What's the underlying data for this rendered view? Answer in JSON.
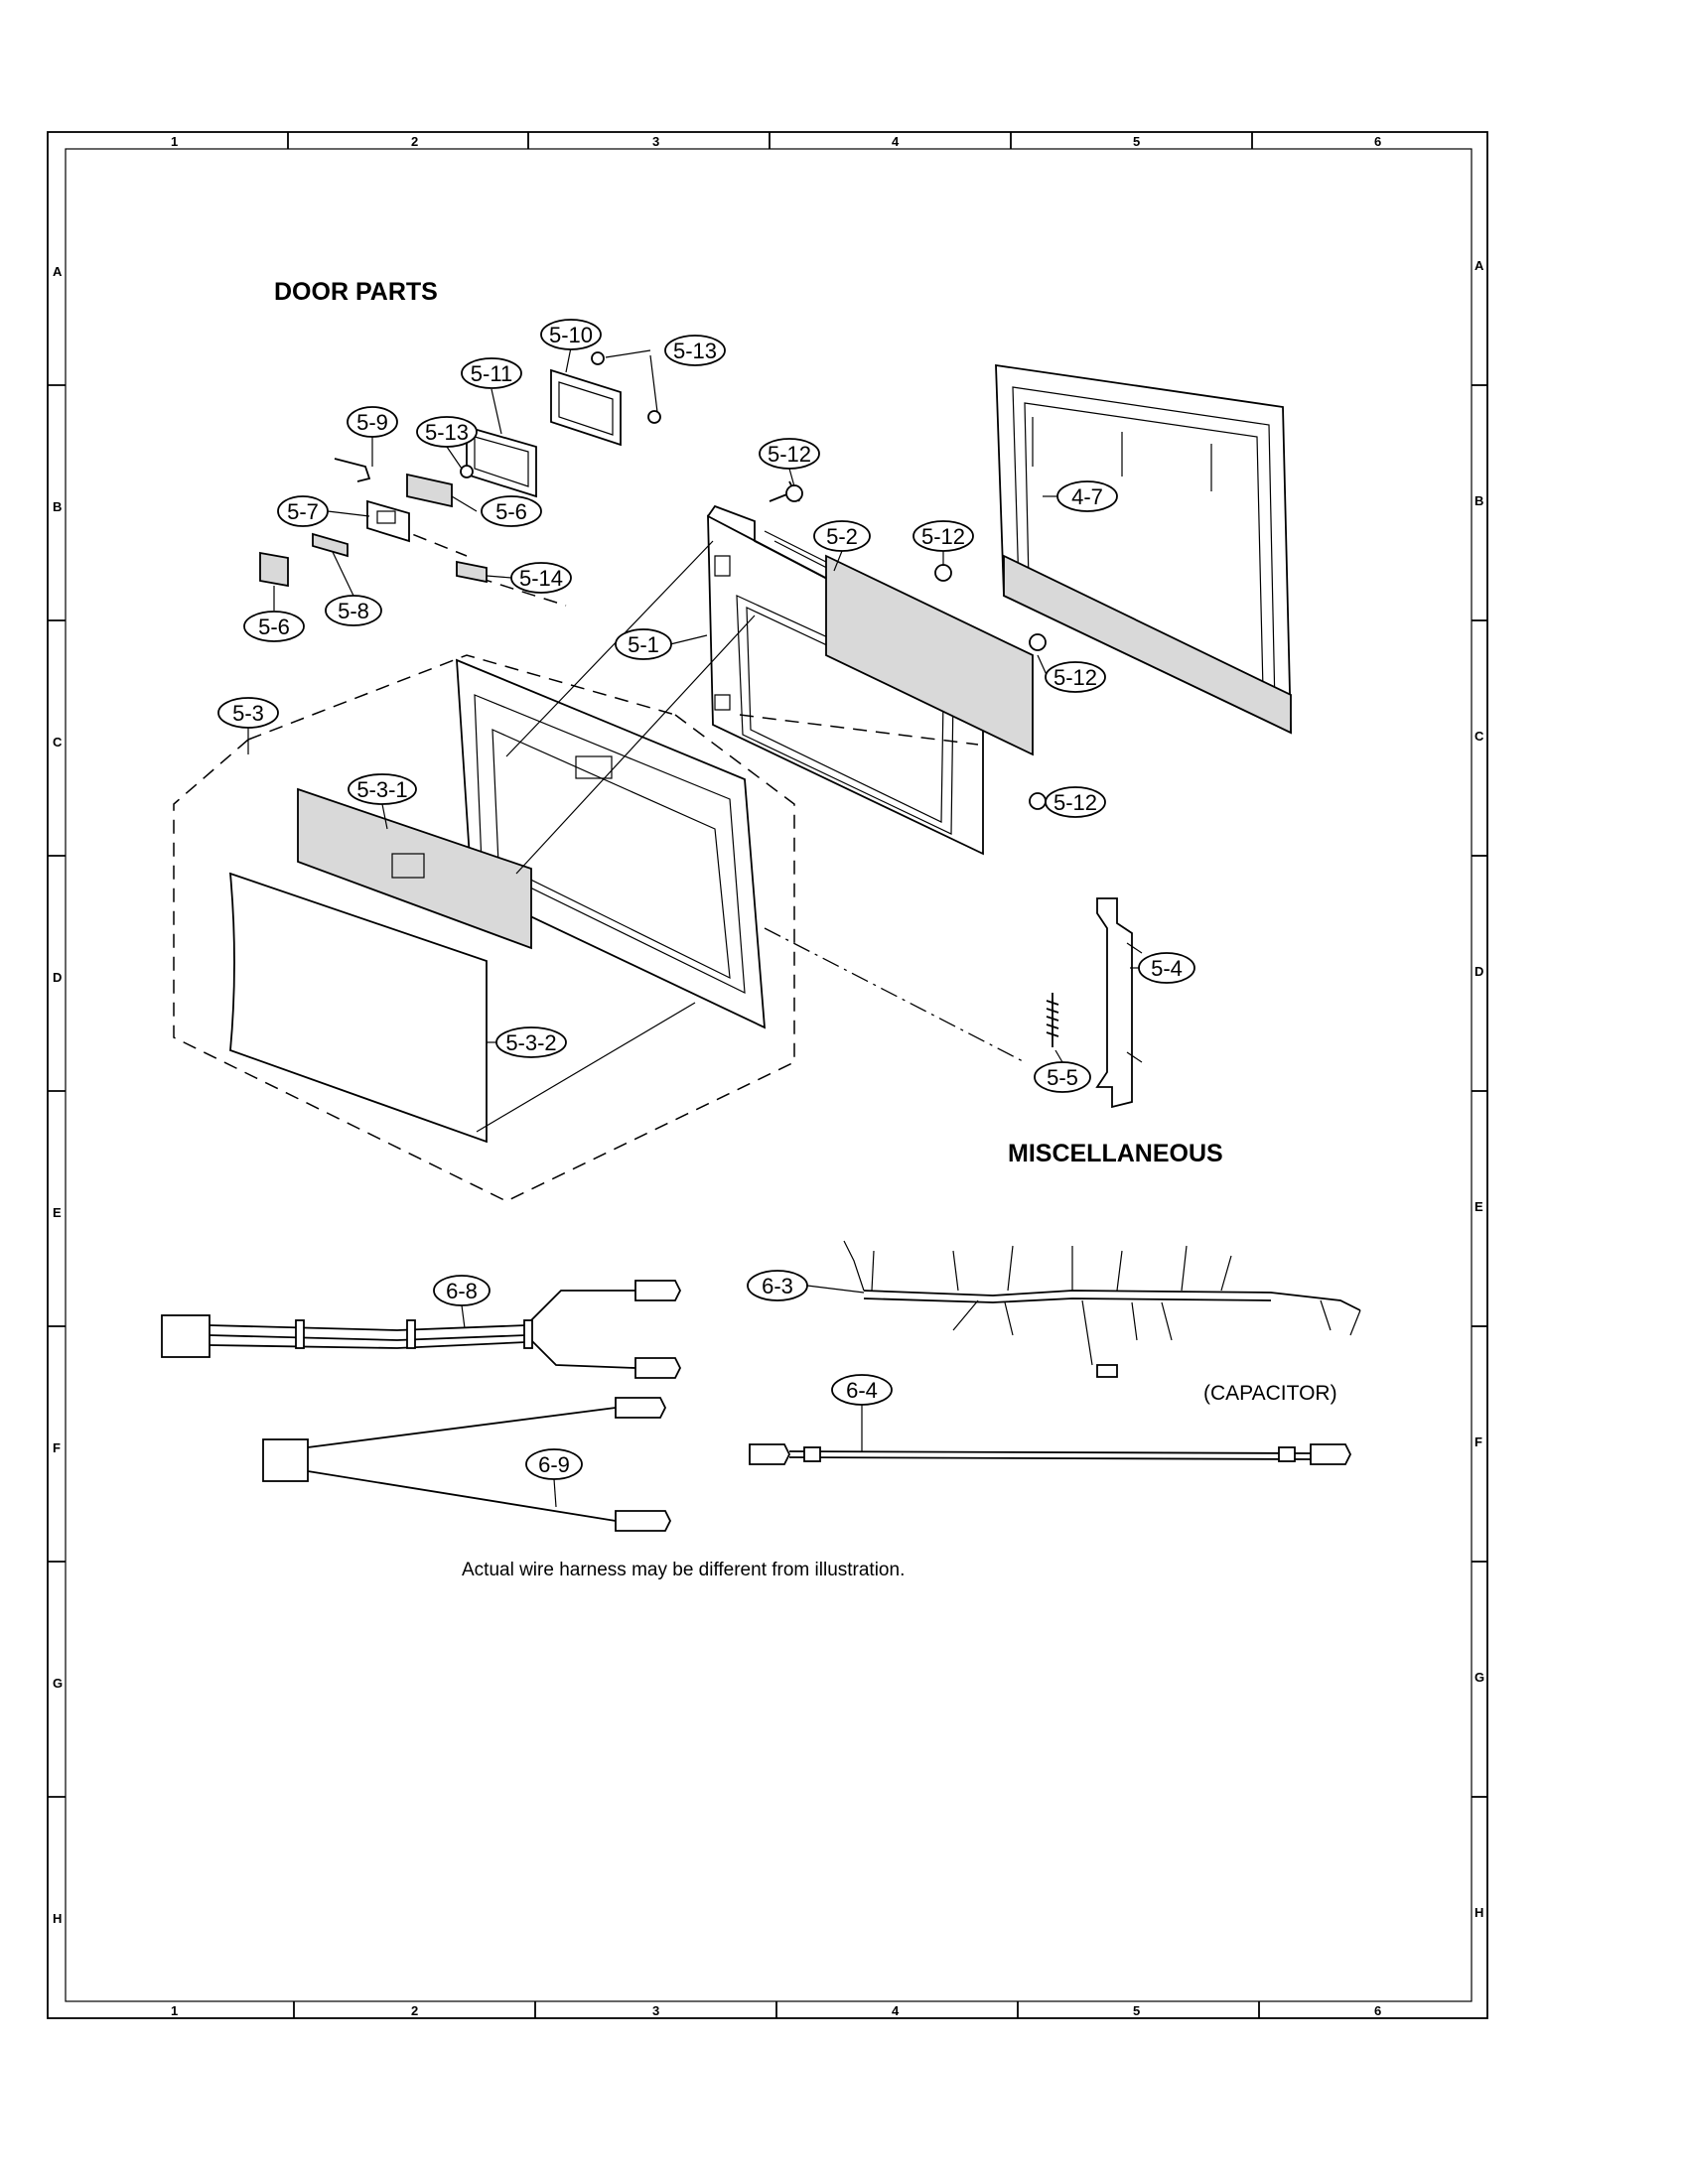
{
  "sections": {
    "door_parts": "DOOR PARTS",
    "miscellaneous": "MISCELLANEOUS"
  },
  "grid": {
    "columns": [
      "1",
      "2",
      "3",
      "4",
      "5",
      "6"
    ],
    "rows": [
      "A",
      "B",
      "C",
      "D",
      "E",
      "F",
      "G",
      "H"
    ]
  },
  "callouts": {
    "c5_10": "5-10",
    "c5_13a": "5-13",
    "c5_11": "5-11",
    "c5_9": "5-9",
    "c5_13b": "5-13",
    "c5_7": "5-7",
    "c5_6a": "5-6",
    "c5_14": "5-14",
    "c5_6b": "5-6",
    "c5_8": "5-8",
    "c5_12a": "5-12",
    "c5_2": "5-2",
    "c5_12b": "5-12",
    "c4_7": "4-7",
    "c5_1": "5-1",
    "c5_12c": "5-12",
    "c5_12d": "5-12",
    "c5_3": "5-3",
    "c5_3_1": "5-3-1",
    "c5_3_2": "5-3-2",
    "c5_4": "5-4",
    "c5_5": "5-5",
    "c6_8": "6-8",
    "c6_3": "6-3",
    "c6_4": "6-4",
    "c6_9": "6-9"
  },
  "capacitor_label": "(CAPACITOR)",
  "note": "Actual wire harness may be different from illustration."
}
